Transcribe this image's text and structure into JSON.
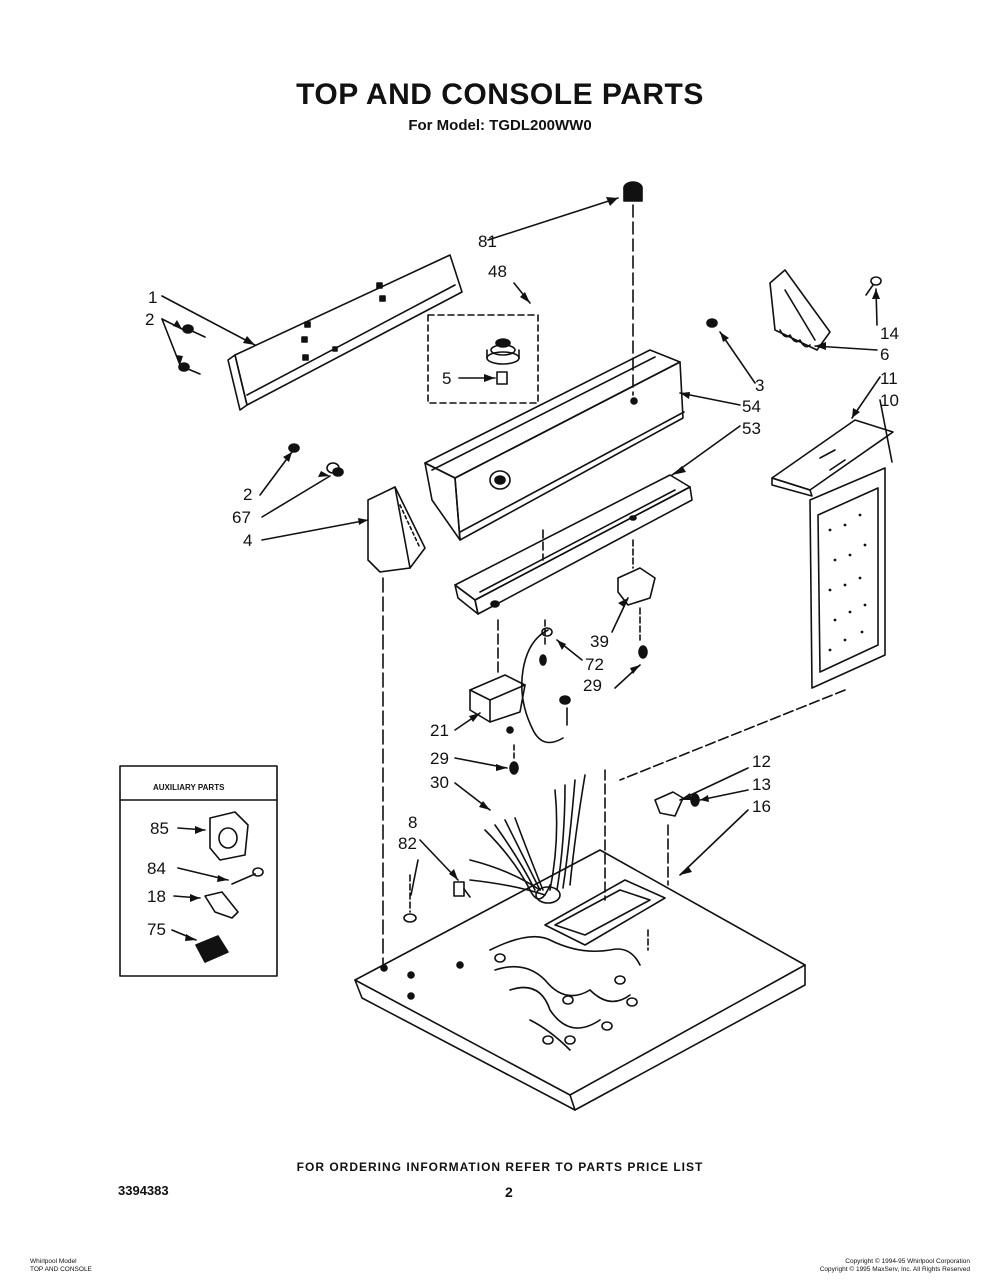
{
  "header": {
    "title": "TOP AND CONSOLE PARTS",
    "subtitle": "For Model: TGDL200WW0"
  },
  "auxiliary_box": {
    "title": "AUXILIARY PARTS"
  },
  "callouts": [
    "81",
    "48",
    "1",
    "2",
    "5",
    "3",
    "54",
    "53",
    "14",
    "6",
    "11",
    "10",
    "2",
    "67",
    "4",
    "39",
    "72",
    "29",
    "21",
    "29",
    "30",
    "12",
    "13",
    "16",
    "8",
    "82",
    "85",
    "84",
    "18",
    "75"
  ],
  "footer": {
    "ordering_note": "FOR ORDERING INFORMATION REFER TO PARTS PRICE LIST",
    "doc_number": "3394383",
    "page_number": "2",
    "left_line1": "Whirlpool Model",
    "left_line2": "TOP AND CONSOLE",
    "right_line1": "Copyright © 1994-95 Whirlpool Corporation",
    "right_line2": "Copyright © 1995 MaxServ, Inc.  All Rights Reserved"
  }
}
